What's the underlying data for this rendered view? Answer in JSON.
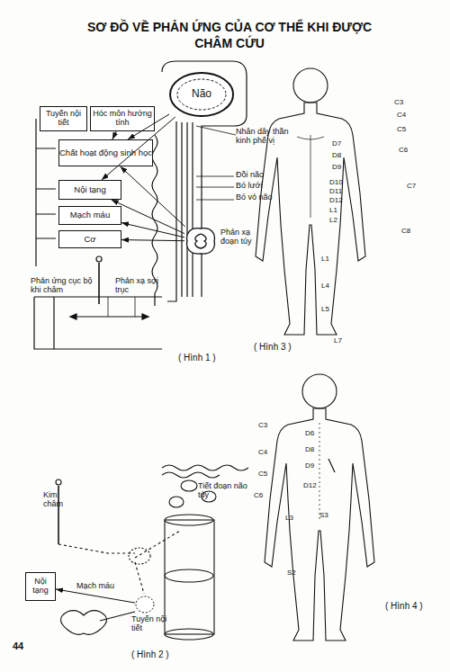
{
  "diagram": {
    "title": "SƠ ĐỒ VỀ PHẢN ỨNG CỦA CƠ THỂ KHI ĐƯỢC CHÂM CỨU",
    "nodes": [
      {
        "text": [
          "Não"
        ]
      },
      {
        "text": [
          "Tuyến nội tiết"
        ]
      },
      {
        "text": [
          "Hóc môn hướng tính"
        ]
      },
      {
        "text": [
          "Chất hoạt động sinh học"
        ]
      },
      {
        "text": [
          "Nội tạng"
        ]
      },
      {
        "text": [
          "Mạch máu"
        ]
      },
      {
        "text": [
          "Cơ"
        ]
      },
      {
        "text": [
          "Phản xạ đoạn tủy"
        ]
      },
      {
        "text": [
          "Nội tạng"
        ]
      },
      {
        "text": [
          "Tuyến nội tiết"
        ]
      }
    ],
    "edges": [
      {
        "from": 7,
        "to": 3,
        "arrow": "to"
      },
      {
        "from": 7,
        "to": 4,
        "arrow": "to"
      },
      {
        "from": 7,
        "to": 5,
        "arrow": "to"
      },
      {
        "from": 7,
        "to": 6,
        "arrow": "to"
      },
      {
        "from": 0,
        "to": 3,
        "arrow": "to"
      },
      {
        "from": 0,
        "to": 4,
        "arrow": "to"
      },
      {
        "from": 2,
        "to": 3,
        "arrow": "to"
      },
      {
        "from": 9,
        "to": 8,
        "label": "Mạch máu",
        "arrow": "to"
      }
    ],
    "labels": [
      "Nhân dây thần kinh phế vị",
      "Đồi não",
      "Bó lưới",
      "Bó vỏ não",
      "Phản ứng cục bộ khi châm",
      "Phản xạ sợi trục",
      "( Hình 1 )",
      "Kim châm",
      "Tiết đoạn não tủy",
      "( Hình 2 )",
      "( Hình 3 )",
      "( Hình 4 )",
      "44",
      "C3",
      "C4",
      "C5",
      "C6",
      "D7",
      "D8",
      "D9",
      "D10",
      "D11",
      "D12",
      "L1",
      "L2",
      "C7",
      "C8",
      "L1",
      "L4",
      "L5",
      "L7",
      "C3",
      "D6",
      "C4",
      "D8",
      "C5",
      "D9",
      "C6",
      "D12",
      "L3",
      "S3",
      "S2"
    ]
  }
}
